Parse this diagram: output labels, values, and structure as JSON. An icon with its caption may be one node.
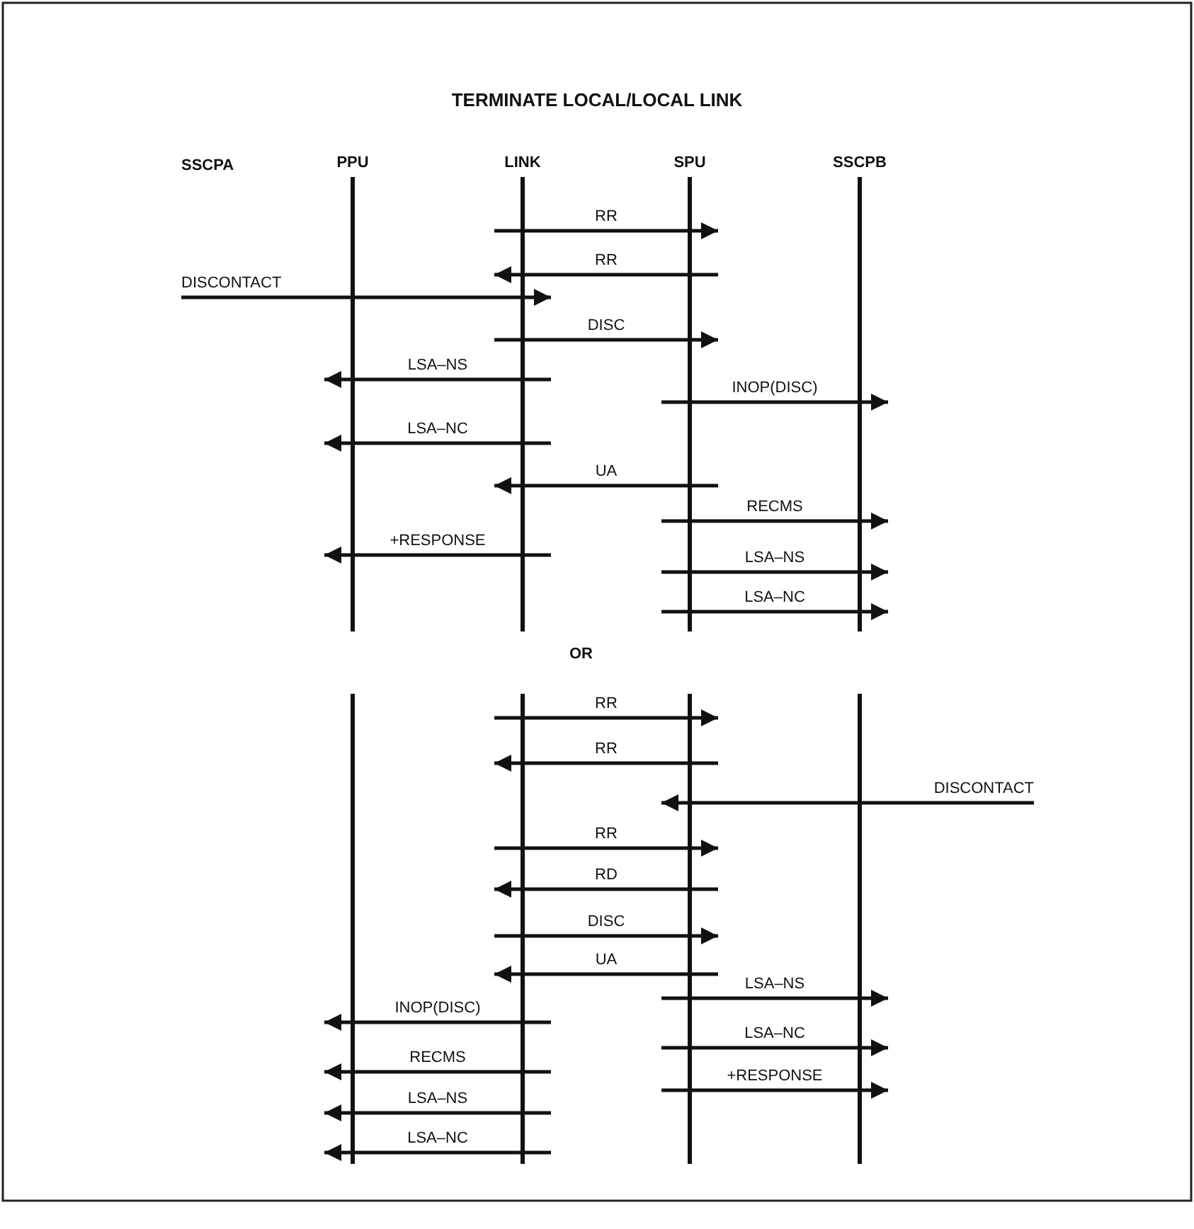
{
  "diagram": {
    "title": "TERMINATE LOCAL/LOCAL LINK",
    "nodes": [
      {
        "text": [
          "PPU"
        ]
      },
      {
        "text": [
          "LINK"
        ]
      },
      {
        "text": [
          "SPU"
        ]
      },
      {
        "text": [
          "SSCPB"
        ]
      },
      {
        "text": [],
        "shape": "bar"
      },
      {
        "text": [],
        "shape": "bar"
      },
      {
        "text": [],
        "shape": "bar"
      },
      {
        "text": [],
        "shape": "bar"
      }
    ],
    "edges": [
      {
        "from": 1,
        "to": 2,
        "arrow": "to",
        "label": "RR"
      },
      {
        "from": 2,
        "to": 1,
        "arrow": "to",
        "label": "RR"
      },
      {
        "from": null,
        "to": 1,
        "arrow": "to",
        "label": "DISCONTACT"
      },
      {
        "from": 1,
        "to": 2,
        "arrow": "to",
        "label": "DISC"
      },
      {
        "from": 1,
        "to": 0,
        "arrow": "to",
        "label": "LSA–NS"
      },
      {
        "from": 2,
        "to": 3,
        "arrow": "to",
        "label": "INOP(DISC)"
      },
      {
        "from": 1,
        "to": 0,
        "arrow": "to",
        "label": "LSA–NC"
      },
      {
        "from": 2,
        "to": 1,
        "arrow": "to",
        "label": "UA"
      },
      {
        "from": 2,
        "to": 3,
        "arrow": "to",
        "label": "RECMS"
      },
      {
        "from": 1,
        "to": 0,
        "arrow": "to",
        "label": "+RESPONSE"
      },
      {
        "from": 2,
        "to": 3,
        "arrow": "to",
        "label": "LSA–NS"
      },
      {
        "from": 2,
        "to": 3,
        "arrow": "to",
        "label": "LSA–NC"
      },
      {
        "from": 5,
        "to": 6,
        "arrow": "to",
        "label": "RR"
      },
      {
        "from": 6,
        "to": 5,
        "arrow": "to",
        "label": "RR"
      },
      {
        "from": null,
        "to": 6,
        "arrow": "to",
        "label": "DISCONTACT"
      },
      {
        "from": 5,
        "to": 6,
        "arrow": "to",
        "label": "RR"
      },
      {
        "from": 6,
        "to": 5,
        "arrow": "to",
        "label": "RD"
      },
      {
        "from": 5,
        "to": 6,
        "arrow": "to",
        "label": "DISC"
      },
      {
        "from": 6,
        "to": 5,
        "arrow": "to",
        "label": "UA"
      },
      {
        "from": 6,
        "to": 7,
        "arrow": "to",
        "label": "LSA–NS"
      },
      {
        "from": 5,
        "to": 4,
        "arrow": "to",
        "label": "INOP(DISC)"
      },
      {
        "from": 6,
        "to": 7,
        "arrow": "to",
        "label": "LSA–NC"
      },
      {
        "from": 5,
        "to": 4,
        "arrow": "to",
        "label": "RECMS"
      },
      {
        "from": 6,
        "to": 7,
        "arrow": "to",
        "label": "+RESPONSE"
      },
      {
        "from": 5,
        "to": 4,
        "arrow": "to",
        "label": "LSA–NS"
      },
      {
        "from": 5,
        "to": 4,
        "arrow": "to",
        "label": "LSA–NC"
      }
    ],
    "labels": [
      "SSCPA",
      "OR"
    ]
  }
}
